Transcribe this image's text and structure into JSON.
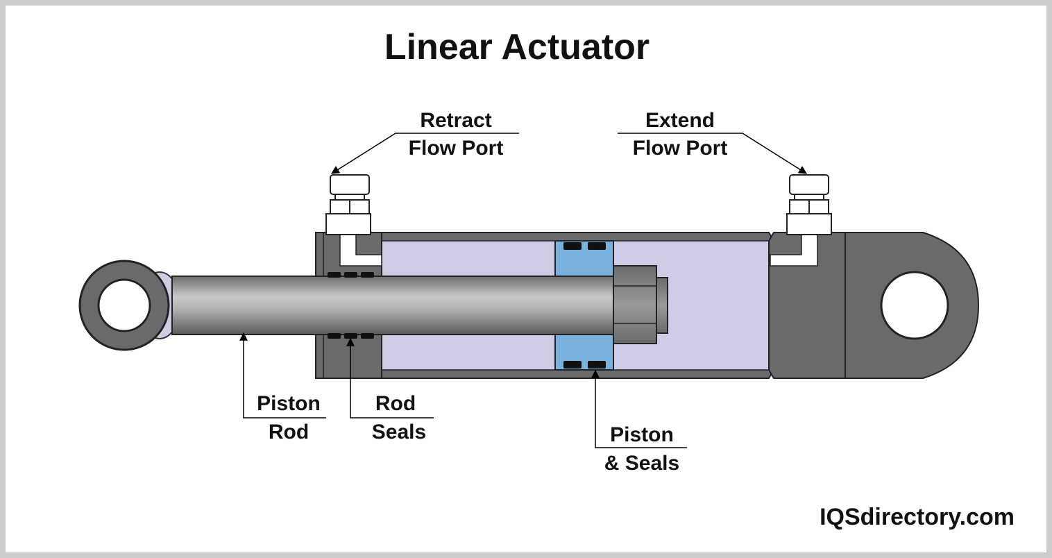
{
  "title": "Linear Actuator",
  "labels": {
    "retract_port": [
      "Retract",
      "Flow Port"
    ],
    "extend_port": [
      "Extend",
      "Flow Port"
    ],
    "piston_rod": [
      "Piston",
      "Rod"
    ],
    "rod_seals": [
      "Rod",
      "Seals"
    ],
    "piston_seals": [
      "Piston",
      "& Seals"
    ]
  },
  "watermark": "IQSdirectory.com",
  "colors": {
    "metal_dark": "#6a6a6a",
    "chamber_fluid": "#cfcce6",
    "piston": "#7ab0dc",
    "seal": "#111111",
    "frame": "#cbcbcb"
  }
}
